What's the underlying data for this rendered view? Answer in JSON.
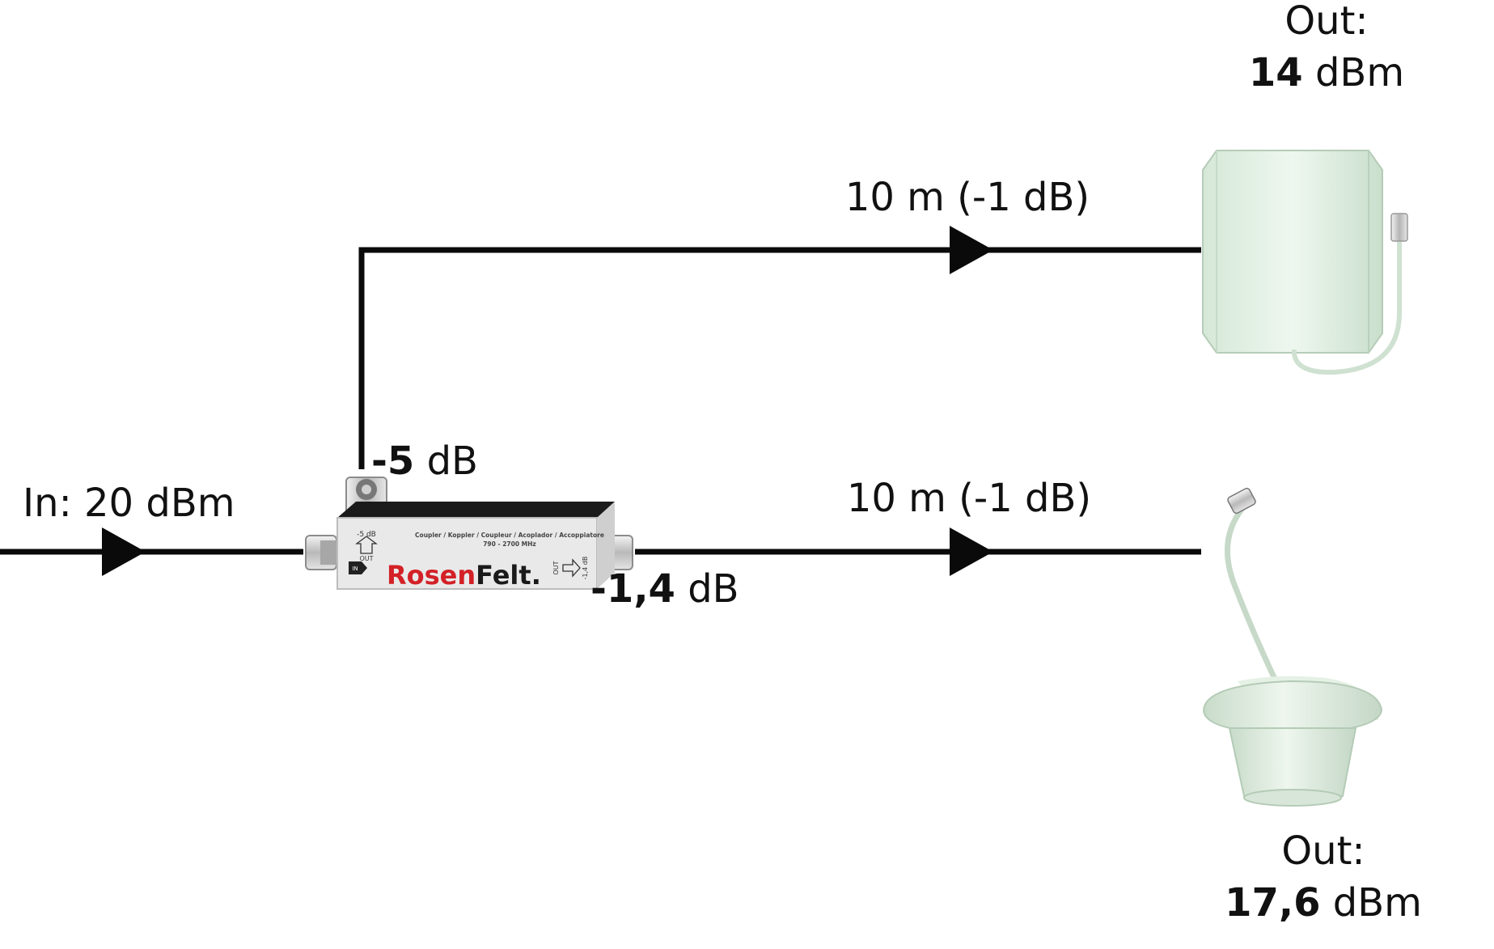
{
  "input": {
    "label": "In: 20 dBm"
  },
  "coupler": {
    "brand_part1": "Rosen",
    "brand_part2": "Felt.",
    "product_line": "Coupler / Koppler / Coupleur / Acoplador / Accoppiatore",
    "frequency": "790 - 2700 MHz",
    "tap_marking": "-5 dB",
    "out_marking": "OUT",
    "through_marking": "-1,4 dB",
    "in_marking": "IN",
    "tap_loss_value": "-5",
    "tap_loss_unit": " dB",
    "through_loss_value": "-1,4",
    "through_loss_unit": " dB"
  },
  "upper_branch": {
    "cable_label": "10 m (-1 dB)",
    "output_prefix": "Out:",
    "output_value": "14",
    "output_unit": " dBm",
    "antenna_icon": "panel-antenna-icon"
  },
  "lower_branch": {
    "cable_label": "10 m (-1 dB)",
    "output_prefix": "Out:",
    "output_value": "17,6",
    "output_unit": " dBm",
    "antenna_icon": "ceiling-antenna-icon"
  },
  "colors": {
    "line": "#0a0a0a",
    "brand_red": "#d32127",
    "antenna_body": "#e2efe4",
    "coupler_body": "#e9e9e9"
  }
}
